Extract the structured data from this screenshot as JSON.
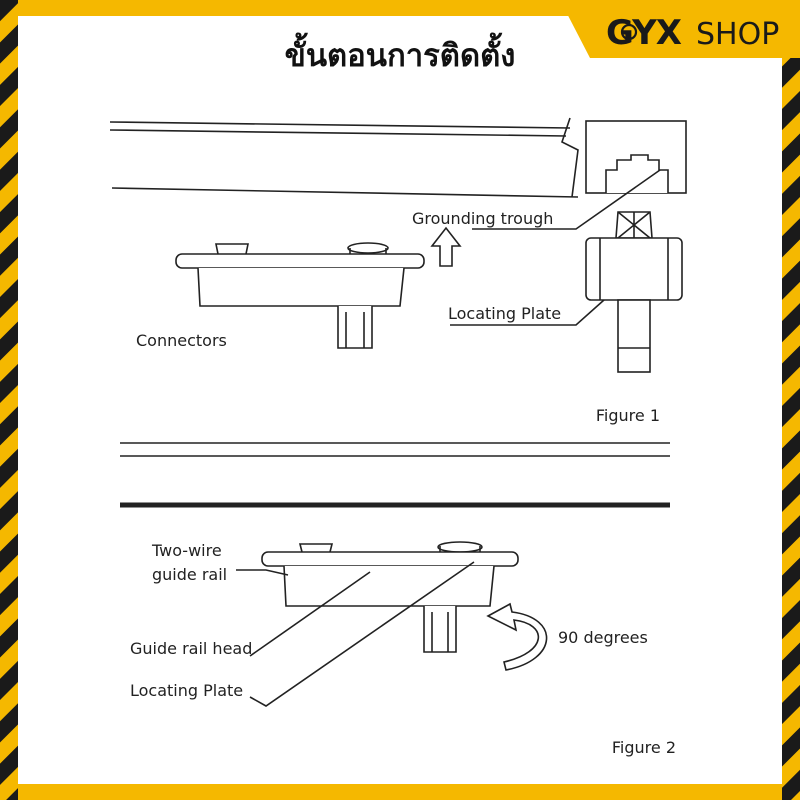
{
  "header": {
    "title": "ขั้นตอนการติดตั้ง",
    "brand": {
      "prefix": "GYX",
      "suffix": "SHOP"
    }
  },
  "figure1": {
    "label": "Figure 1",
    "callouts": {
      "grounding_trough": "Grounding trough",
      "connectors": "Connectors",
      "locating_plate": "Locating Plate"
    }
  },
  "figure2": {
    "label": "Figure 2",
    "callouts": {
      "two_wire_line1": "Two-wire",
      "two_wire_line2": "guide rail",
      "guide_rail_head": "Guide rail head",
      "locating_plate": "Locating Plate",
      "rotation": "90 degrees"
    }
  },
  "colors": {
    "frame_yellow": "#f5b800",
    "frame_black": "#1a1a1a",
    "ink": "#222222"
  }
}
